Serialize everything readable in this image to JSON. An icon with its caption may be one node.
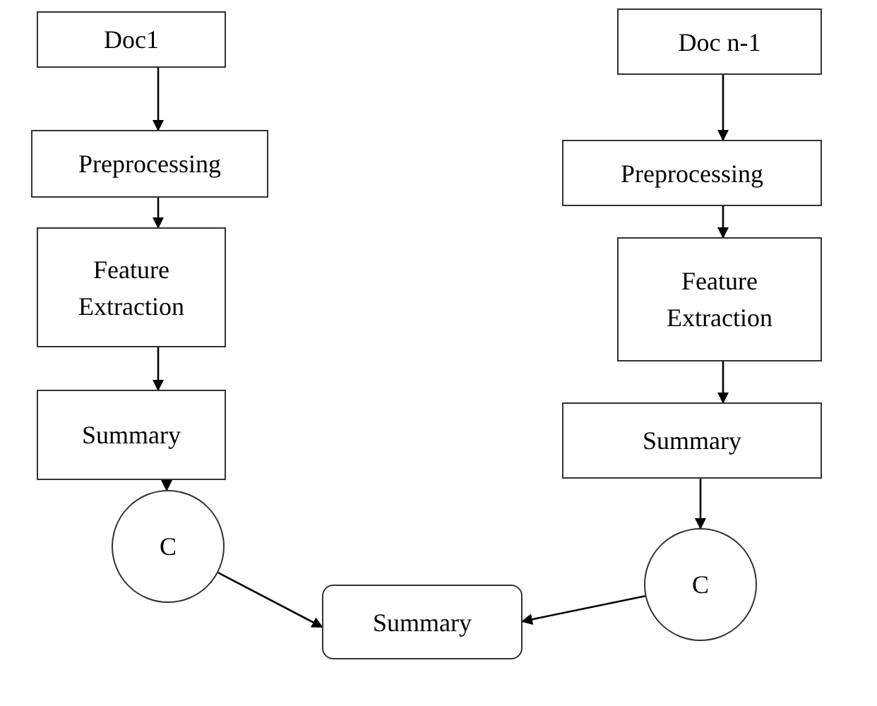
{
  "diagram": {
    "nodes": [
      {
        "text": [
          "Doc1"
        ]
      },
      {
        "text": [
          "Preprocessing"
        ]
      },
      {
        "text": [
          "Feature Extraction"
        ]
      },
      {
        "text": [
          "Summary"
        ]
      },
      {
        "text": [
          "C"
        ]
      },
      {
        "text": [
          "Doc n-1"
        ]
      },
      {
        "text": [
          "Preprocessing"
        ]
      },
      {
        "text": [
          "Feature Extraction"
        ]
      },
      {
        "text": [
          "Summary"
        ]
      },
      {
        "text": [
          "C"
        ]
      },
      {
        "text": [
          "Summary"
        ]
      }
    ],
    "edges": [
      {
        "from": 0,
        "to": 1,
        "arrow": "to"
      },
      {
        "from": 1,
        "to": 2,
        "arrow": "to"
      },
      {
        "from": 2,
        "to": 3,
        "arrow": "to"
      },
      {
        "from": 3,
        "to": 4,
        "arrow": "to"
      },
      {
        "from": 4,
        "to": 10,
        "arrow": "to"
      },
      {
        "from": 5,
        "to": 6,
        "arrow": "to"
      },
      {
        "from": 6,
        "to": 7,
        "arrow": "to"
      },
      {
        "from": 7,
        "to": 8,
        "arrow": "to"
      },
      {
        "from": 8,
        "to": 9,
        "arrow": "to"
      },
      {
        "from": 9,
        "to": 10,
        "arrow": "to"
      }
    ]
  }
}
